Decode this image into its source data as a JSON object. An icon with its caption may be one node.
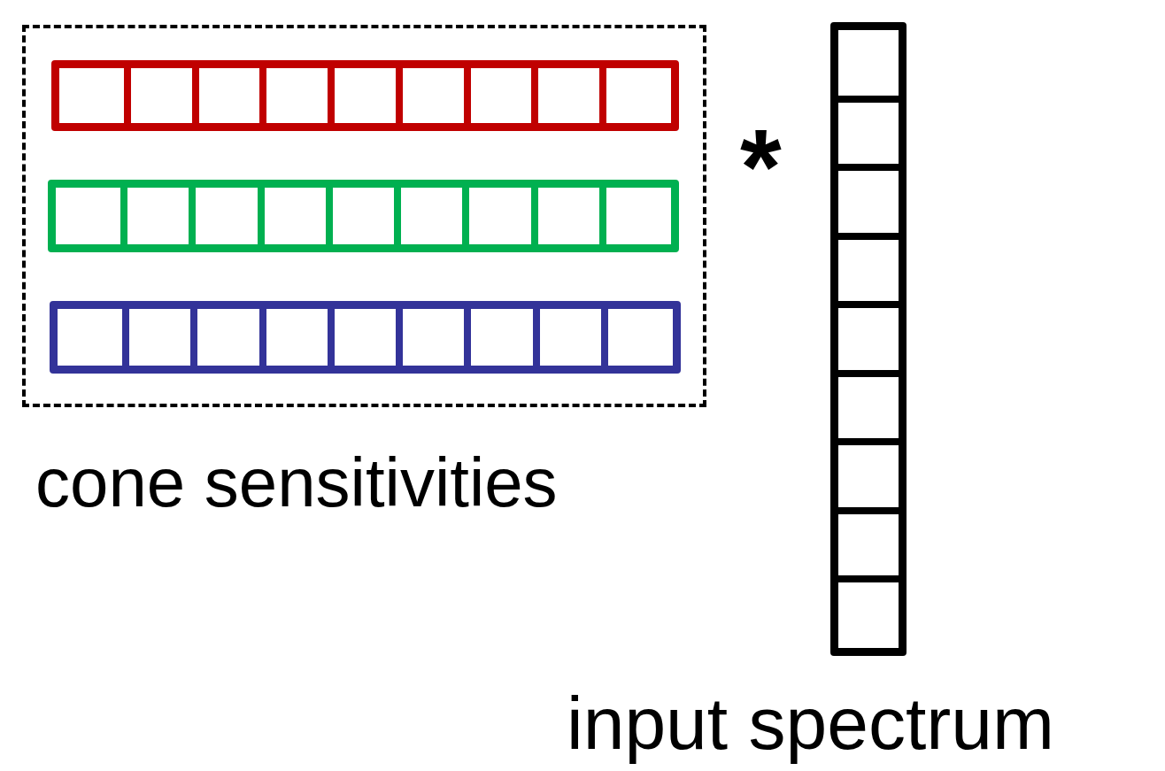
{
  "diagram": {
    "nodes": [
      {
        "text": [
          "cone sensitivities"
        ]
      },
      {
        "text": [],
        "shape": "bar",
        "in": 0
      },
      {
        "text": [],
        "shape": "bar",
        "in": 0
      },
      {
        "text": [],
        "shape": "bar",
        "in": 0
      },
      {
        "text": [
          "input spectrum"
        ]
      }
    ],
    "labels": [
      "*"
    ]
  }
}
